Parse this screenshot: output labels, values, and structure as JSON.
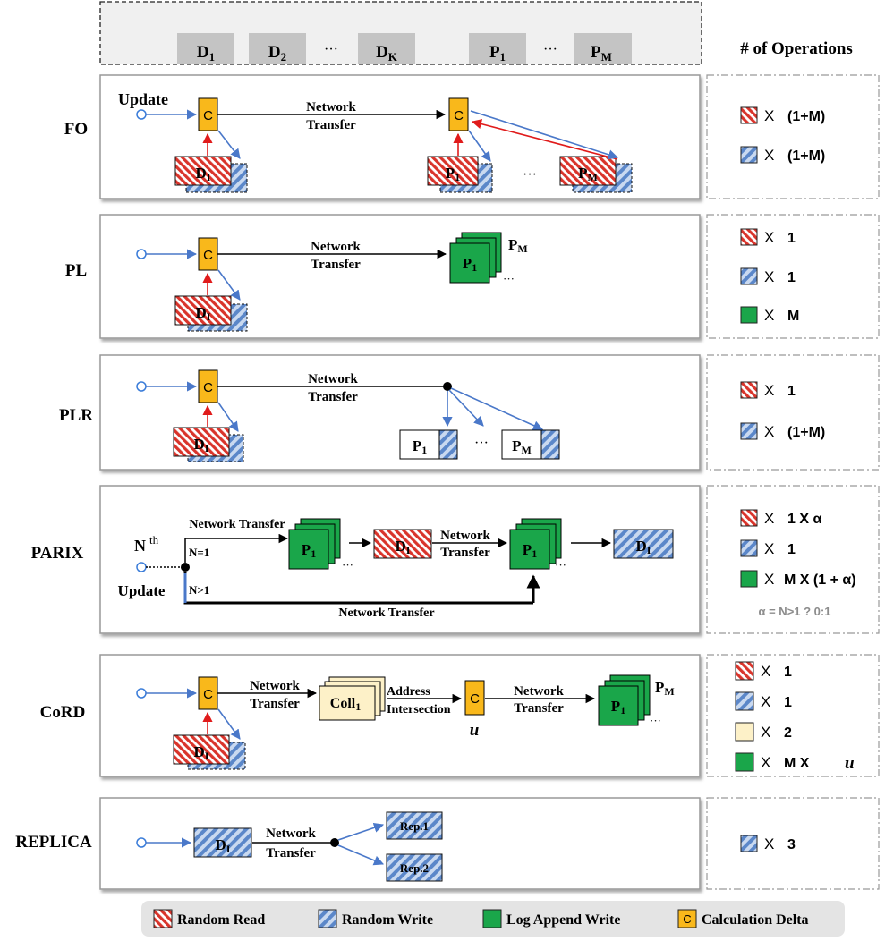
{
  "header": {
    "data_blocks": [
      {
        "letter": "D",
        "sub": "1"
      },
      {
        "letter": "D",
        "sub": "2"
      },
      {
        "letter": "D",
        "sub": "K"
      },
      {
        "letter": "P",
        "sub": "1"
      },
      {
        "letter": "P",
        "sub": "M"
      }
    ],
    "ellipsis": "···",
    "ops_title": "# of Operations"
  },
  "colors": {
    "read_red": "#d9342b",
    "write_blue": "#5b87c9",
    "log_green": "#1aa64a",
    "calc_orange": "#f9b81b",
    "coll_cream": "#fdf1c8",
    "arrow_blue": "#4a78c9",
    "arrow_red": "#e01b1b"
  },
  "common": {
    "calc": "C",
    "d_block": "D",
    "d_sub": "I",
    "p_block": "P",
    "p_sub": "1",
    "pm_letter": "P",
    "pm_sub": "M",
    "net": "Network",
    "transfer": "Transfer",
    "ellipsis": "···",
    "times": "X"
  },
  "fo": {
    "label": "FO",
    "update": "Update",
    "ops": [
      "(1+M)",
      "(1+M)"
    ]
  },
  "pl": {
    "label": "PL",
    "ops": [
      "1",
      "1",
      "M"
    ]
  },
  "plr": {
    "label": "PLR",
    "ops": [
      "1",
      "(1+M)"
    ]
  },
  "parix": {
    "label": "PARIX",
    "nth": "N",
    "nth_sup": "th",
    "update": "Update",
    "n_eq": "N=1",
    "n_gt": "N>1",
    "net_transfer_top": "Network Transfer",
    "net_transfer_bottom": "Network Transfer",
    "ops": [
      "1 X α",
      "1",
      "M X (1 + α)"
    ],
    "alpha_note": "α = N>1 ? 0:1"
  },
  "cord": {
    "label": "CoRD",
    "coll": "Coll",
    "coll_sub": "1",
    "address": "Address",
    "intersection": "Intersection",
    "u": "u",
    "ops": [
      "1",
      "1",
      "2",
      "M X"
    ],
    "ops_u": "u"
  },
  "replica": {
    "label": "REPLICA",
    "rep1": "Rep.1",
    "rep2": "Rep.2",
    "ops": [
      "3"
    ]
  },
  "legend": {
    "read": "Random Read",
    "write": "Random Write",
    "log": "Log Append  Write",
    "calc": "Calculation Delta"
  }
}
